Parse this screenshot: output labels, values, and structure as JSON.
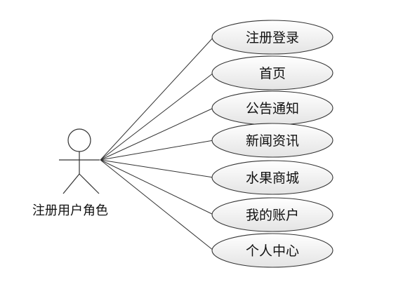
{
  "colors": {
    "stroke": "#333333",
    "ellipse_fill_top": "#ffffff",
    "ellipse_fill_bottom": "#e6e6e6",
    "text": "#111111"
  },
  "actor": {
    "label": "注册用户角色"
  },
  "use_cases": [
    {
      "id": "register-login",
      "label": "注册登录"
    },
    {
      "id": "home",
      "label": "首页"
    },
    {
      "id": "announcement",
      "label": "公告通知"
    },
    {
      "id": "news",
      "label": "新闻资讯"
    },
    {
      "id": "fruit-mall",
      "label": "水果商城"
    },
    {
      "id": "my-account",
      "label": "我的账户"
    },
    {
      "id": "personal-center",
      "label": "个人中心"
    }
  ]
}
